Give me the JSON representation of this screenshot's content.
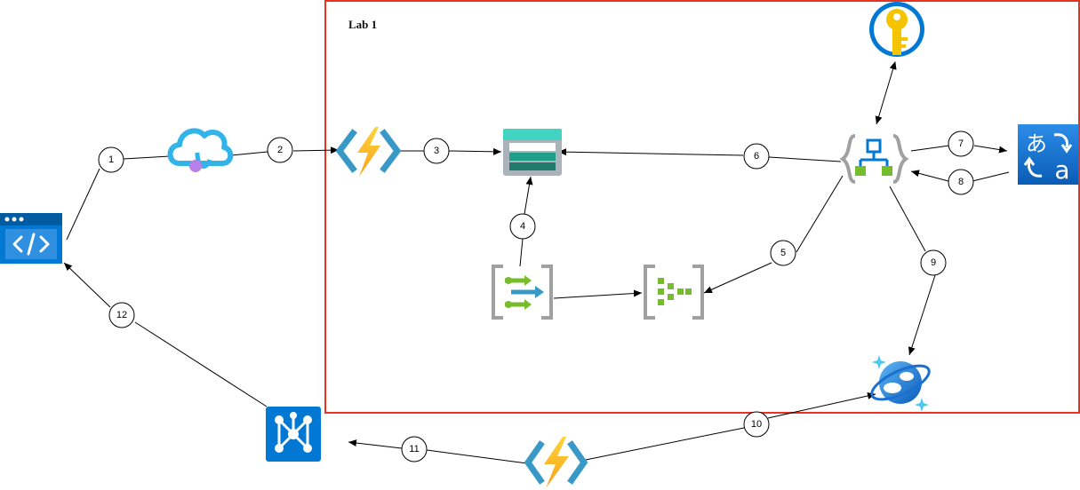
{
  "lab_boundary": {
    "label": "Lab 1",
    "border_color": "#e8321e"
  },
  "nodes": [
    {
      "id": "web-app",
      "icon": "code-window-icon"
    },
    {
      "id": "event-grid",
      "icon": "cloud-event-grid-icon"
    },
    {
      "id": "function-1",
      "icon": "azure-function-lightning-icon"
    },
    {
      "id": "storage-queue",
      "icon": "storage-table-icon"
    },
    {
      "id": "stream-analytics",
      "icon": "stream-analytics-icon"
    },
    {
      "id": "event-hub",
      "icon": "event-hub-icon"
    },
    {
      "id": "logic-app",
      "icon": "logic-app-icon"
    },
    {
      "id": "key-vault",
      "icon": "key-vault-icon"
    },
    {
      "id": "translator",
      "icon": "translator-icon"
    },
    {
      "id": "cosmos-db",
      "icon": "cosmos-db-icon"
    },
    {
      "id": "function-2",
      "icon": "azure-function-lightning-icon"
    },
    {
      "id": "signalr",
      "icon": "signalr-network-icon"
    }
  ],
  "steps": [
    "1",
    "2",
    "3",
    "4",
    "5",
    "6",
    "7",
    "8",
    "9",
    "10",
    "11",
    "12"
  ],
  "colors": {
    "azure_blue": "#0078d4",
    "light_blue": "#50c8f0",
    "lightning": "#fcb426",
    "green": "#76bc2d",
    "gray": "#a0a0a0",
    "teal": "#1f9e8a",
    "key_gold": "#f5c400"
  }
}
